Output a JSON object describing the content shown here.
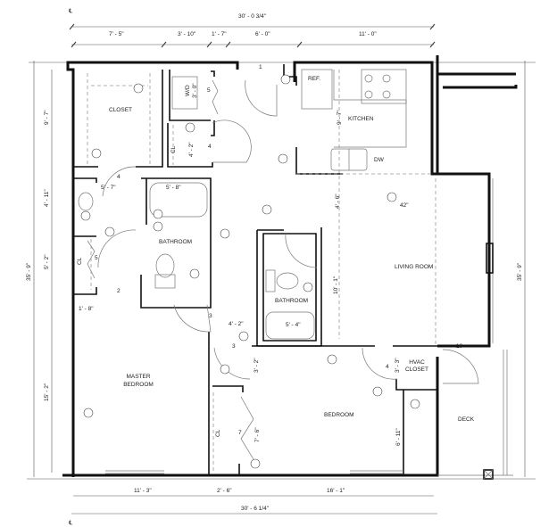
{
  "centerline_symbol": "℄",
  "dimensions": {
    "top_overall": "30' - 0 3/4\"",
    "top_segments": [
      "7' - 5\"",
      "3' - 10\"",
      "1' - 7\"",
      "6' - 0\"",
      "11' - 0\""
    ],
    "left_overall": "35' - 9\"",
    "left_segments": [
      "9' - 7\"",
      "4' - 11\"",
      "5' - 2\"",
      "15' - 2\""
    ],
    "right_overall": "35' - 9\"",
    "bottom_segments": [
      "11' - 3\"",
      "2' - 6\"",
      "16' - 1\""
    ],
    "bottom_overall": "30' - 6 1/4\"",
    "interior": {
      "kitchen_depth": "9' - 7\"",
      "cl_depth": "4' - 2\"",
      "bath1_vanity": "5' - 7\"",
      "bath1_tub": "5' - 8\"",
      "living_upper": "4' - 6\"",
      "living_window": "42\"",
      "living_lower": "10' - 1\"",
      "hall_width": "1' - 8\"",
      "hall_length": "4' - 2\"",
      "bath2_tub": "5' - 4\"",
      "bed_upper": "3' - 2\"",
      "hvac_depth": "3' - 3\"",
      "cl2_depth": "7' - 6\"",
      "bed_lower": "6' - 11\"",
      "wd_size": "3' - 0\""
    }
  },
  "rooms": {
    "closet": "CLOSET",
    "wd": "W/D",
    "ref": "REF.",
    "kitchen": "KITCHEN",
    "dw": "DW",
    "cl_a": "CL",
    "bathroom_1": "BATHROOM",
    "cl_b": "CL",
    "living_room": "LIVING ROOM",
    "bathroom_2": "BATHROOM",
    "master_bedroom": "MASTER BEDROOM",
    "hvac_closet": "HVAC CLOSET",
    "bedroom": "BEDROOM",
    "deck": "DECK",
    "cl_c": "CL"
  },
  "door_tags": [
    "1",
    "5",
    "4",
    "4",
    "5",
    "2",
    "3",
    "3",
    "4",
    "7",
    "10"
  ],
  "colors": {
    "walls": "#111111",
    "lines": "#777777"
  }
}
